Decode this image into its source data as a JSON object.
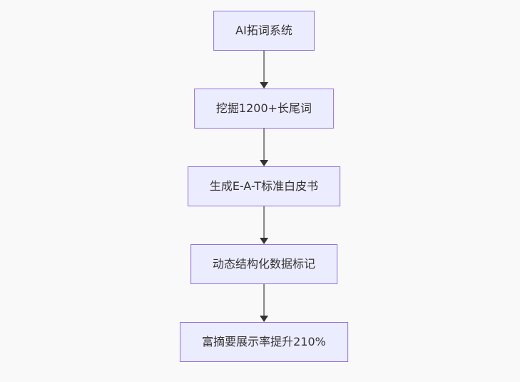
{
  "flowchart": {
    "type": "vertical-flowchart",
    "nodes": [
      {
        "id": "A",
        "label": "AI拓词系统"
      },
      {
        "id": "B",
        "label": "挖掘1200+长尾词"
      },
      {
        "id": "C",
        "label": "生成E-A-T标准白皮书"
      },
      {
        "id": "D",
        "label": "动态结构化数据标记"
      },
      {
        "id": "E",
        "label": "富摘要展示率提升210%"
      }
    ],
    "edges": [
      {
        "from": "A",
        "to": "B"
      },
      {
        "from": "B",
        "to": "C"
      },
      {
        "from": "C",
        "to": "D"
      },
      {
        "from": "D",
        "to": "E"
      }
    ]
  },
  "colors": {
    "background": "#f9f9f9",
    "node_fill": "#ECECFF",
    "node_border": "#9370DB",
    "edge_line": "#828282",
    "edge_head": "#333333",
    "text": "#333333"
  }
}
